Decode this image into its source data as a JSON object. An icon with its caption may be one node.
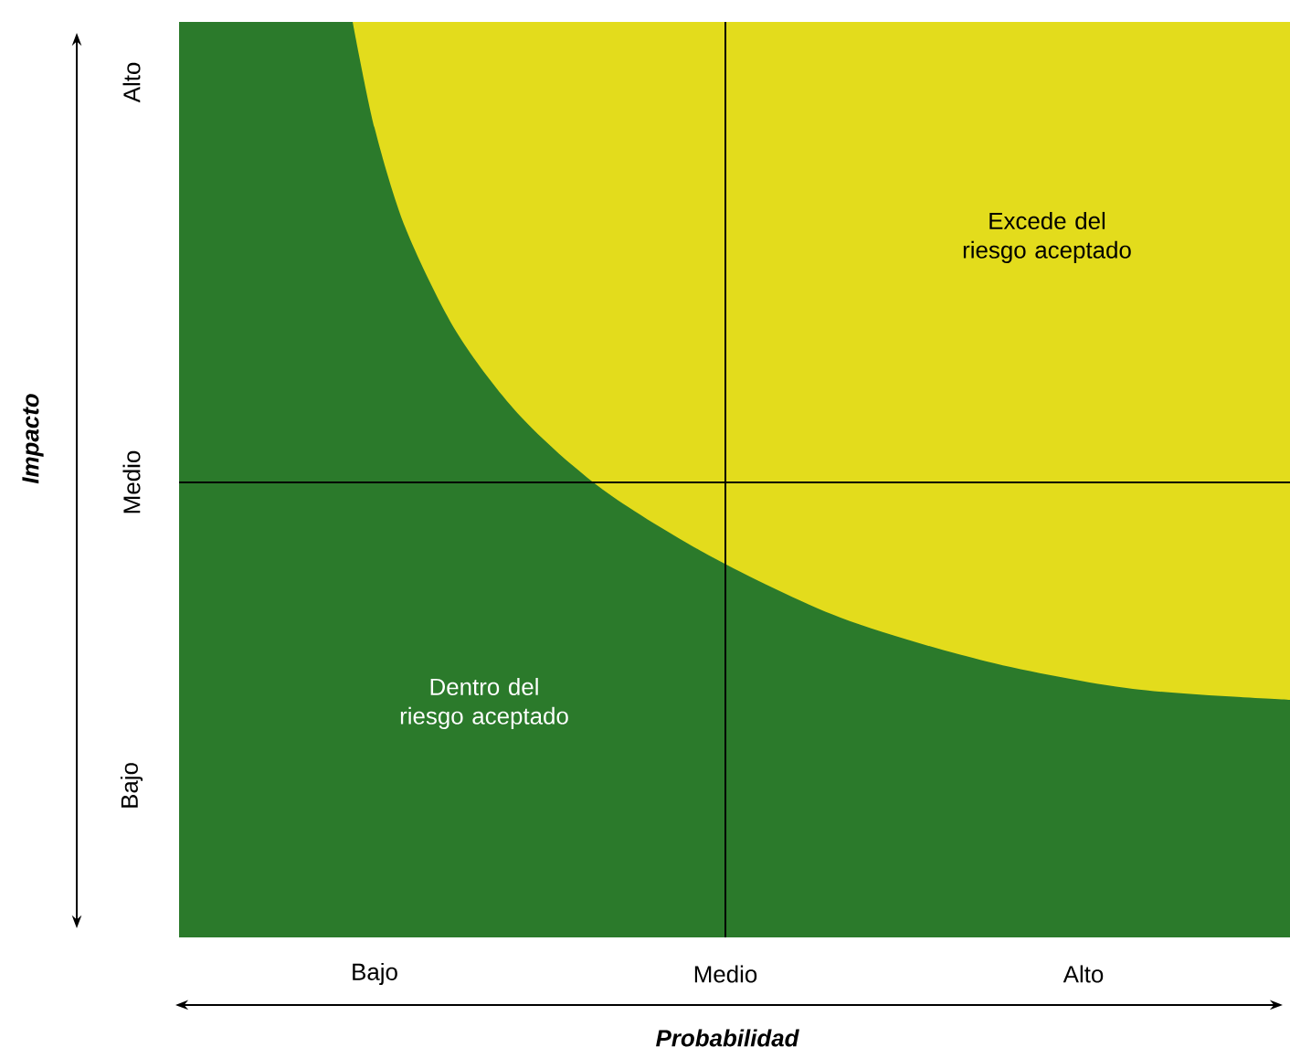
{
  "diagram": {
    "nodes": [
      {
        "text": [
          "Excede del riesgo aceptado"
        ],
        "in": 1
      },
      {
        "text": [
          "Dentro del riesgo aceptado"
        ]
      }
    ],
    "labels": [
      "Alto",
      "Medio",
      "Bajo",
      "Impacto",
      "Bajo",
      "Medio",
      "Alto",
      "Probabilidad"
    ]
  }
}
